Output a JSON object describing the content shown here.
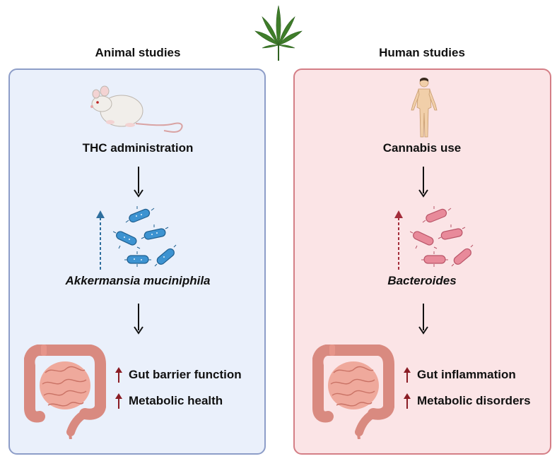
{
  "left": {
    "title": "Animal studies",
    "trigger": "THC administration",
    "microbe": "Akkermansia muciniphila",
    "effects": [
      "Gut barrier function",
      "Metabolic health"
    ],
    "colors": {
      "panel": "#eaf0fb",
      "border": "#8d9dc8",
      "bacteria": "#3d93d1",
      "dashed_arrow": "#2f6f9e"
    }
  },
  "right": {
    "title": "Human studies",
    "trigger": "Cannabis use",
    "microbe": "Bacteroides",
    "effects": [
      "Gut inflammation",
      "Metabolic disorders"
    ],
    "colors": {
      "panel": "#fbe4e6",
      "border": "#d47e86",
      "bacteria": "#e88a9a",
      "dashed_arrow": "#a32d3b"
    }
  },
  "colors": {
    "up_arrow": "#8a1c24",
    "intestine": "#e6958a",
    "leaf": "#3f7d2a"
  },
  "icons": [
    "cannabis-leaf-icon",
    "mouse-icon",
    "human-figure-icon",
    "bacteria-icon",
    "intestine-icon",
    "up-arrow-icon",
    "down-arrow-icon"
  ]
}
